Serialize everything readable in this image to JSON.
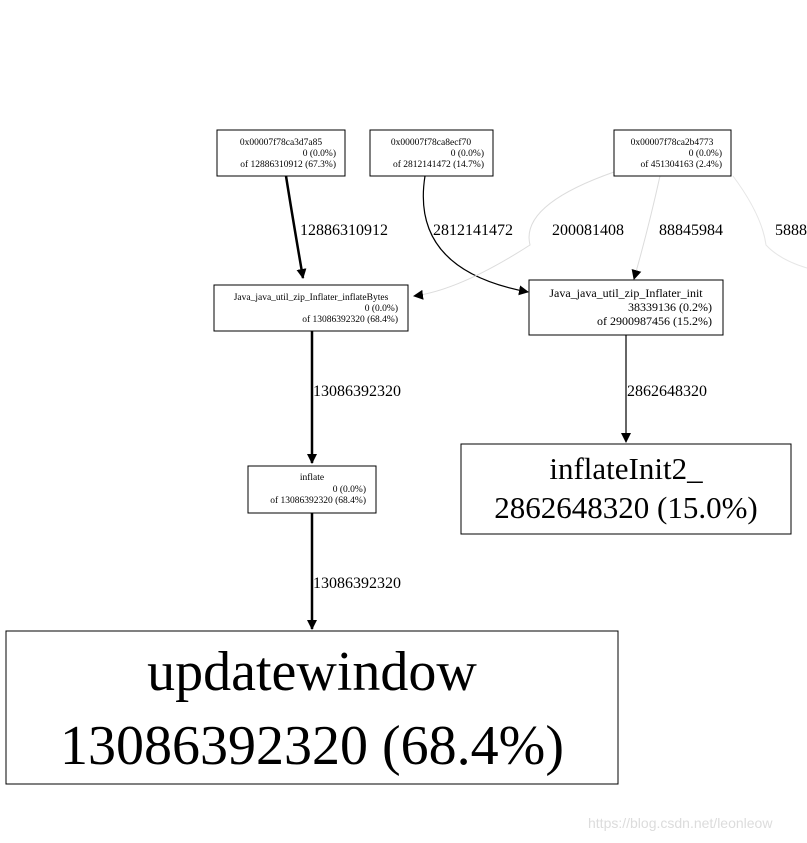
{
  "nodes": {
    "caller_a": {
      "name": "0x00007f78ca3d7a85",
      "flat": "0 (0.0%)",
      "cum": "of 12886310912 (67.3%)"
    },
    "caller_b": {
      "name": "0x00007f78ca8ecf70",
      "flat": "0 (0.0%)",
      "cum": "of 2812141472 (14.7%)"
    },
    "caller_c": {
      "name": "0x00007f78ca2b4773",
      "flat": "0 (0.0%)",
      "cum": "of 451304163 (2.4%)"
    },
    "inflate_bytes": {
      "name": "Java_java_util_zip_Inflater_inflateBytes",
      "flat": "0 (0.0%)",
      "cum": "of 13086392320 (68.4%)"
    },
    "inflater_init": {
      "name": "Java_java_util_zip_Inflater_init",
      "flat": "38339136 (0.2%)",
      "cum": "of 2900987456 (15.2%)"
    },
    "inflate": {
      "name": "inflate",
      "flat": "0 (0.0%)",
      "cum": "of 13086392320 (68.4%)"
    },
    "inflate_init2": {
      "name": "inflateInit2_",
      "value": "2862648320 (15.0%)"
    },
    "updatewindow": {
      "name": "updatewindow",
      "value": "13086392320 (68.4%)"
    }
  },
  "edges": {
    "a_to_inflatebytes": "12886310912",
    "b_to_init": "2812141472",
    "c_to_inflatebytes": "200081408",
    "c_to_init": "88845984",
    "c_to_offscreen": "5888",
    "inflatebytes_to_inflate": "13086392320",
    "init_to_init2": "2862648320",
    "inflate_to_updatewindow": "13086392320"
  },
  "watermark": "https://blog.csdn.net/leonleow"
}
